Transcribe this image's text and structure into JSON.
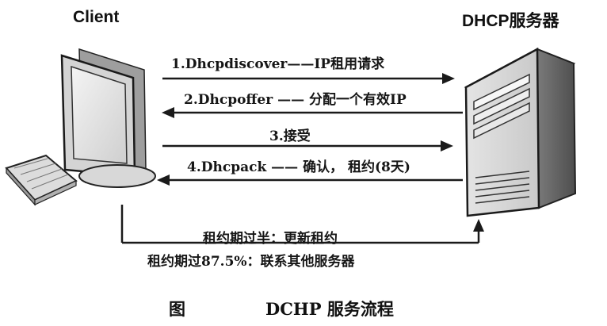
{
  "client": {
    "title": "Client"
  },
  "server": {
    "title": "DHCP服务器"
  },
  "messages": [
    {
      "label": "1.Dhcpdiscover——IP租用请求",
      "direction": "client-to-server"
    },
    {
      "label": "2.Dhcpoffer —— 分配一个有效IP",
      "direction": "server-to-client"
    },
    {
      "label": "3.接受",
      "direction": "client-to-server"
    },
    {
      "label": "4.Dhcpack —— 确认， 租约(8天)",
      "direction": "server-to-client"
    }
  ],
  "renewal": {
    "half_lease_note": "租约期过半：更新租约",
    "lease_87_note": "租约期过87.5%：联系其他服务器"
  },
  "caption": {
    "label": "图",
    "text": "DCHP 服务流程"
  },
  "colors": {
    "ink": "#1a1a1a",
    "device_fill": "#e6e6e6",
    "device_shade": "#b8b8b8"
  }
}
